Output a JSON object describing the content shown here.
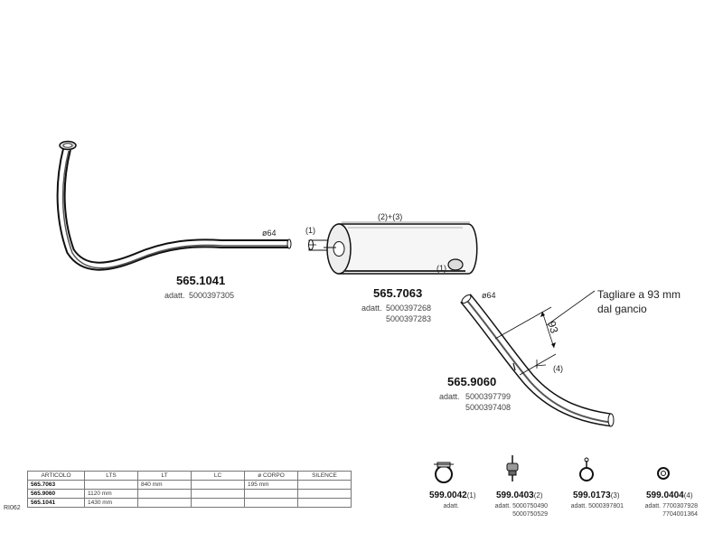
{
  "parts": {
    "pipe_front": {
      "code": "565.1041",
      "adatt_label": "adatt.",
      "adatt": [
        "5000397305"
      ],
      "diameter": "ø64"
    },
    "silencer": {
      "code": "565.7063",
      "adatt_label": "adatt.",
      "adatt": [
        "5000397268",
        "5000397283"
      ],
      "note_top": "(2)+(3)",
      "note_left": "(1)",
      "note_right": "(1)"
    },
    "tail_pipe": {
      "code": "565.9060",
      "adatt_label": "adatt.",
      "adatt": [
        "5000397799",
        "5000397408"
      ],
      "diameter": "ø64",
      "dimension": "93",
      "note": "(4)",
      "instruction_line1": "Tagliare a 93 mm",
      "instruction_line2": "dal gancio"
    }
  },
  "accessories": [
    {
      "code": "599.0042",
      "qty": "(1)",
      "sub": [
        "adatt."
      ],
      "icon": "pipe-clamp-icon"
    },
    {
      "code": "599.0403",
      "qty": "(2)",
      "sub": [
        "adatt. 5000750490",
        "5000750529"
      ],
      "icon": "rubber-mount-icon"
    },
    {
      "code": "599.0173",
      "qty": "(3)",
      "sub": [
        "adatt. 5000397801"
      ],
      "icon": "hanger-clamp-icon"
    },
    {
      "code": "599.0404",
      "qty": "(4)",
      "sub": [
        "adatt. 7700307928",
        "7704001364"
      ],
      "icon": "rubber-ring-icon"
    }
  ],
  "table": {
    "headers": [
      "ARTICOLO",
      "LTS",
      "LT",
      "LC",
      "ø CORPO",
      "SILENCE"
    ],
    "rows": [
      [
        "565.7063",
        "",
        "840 mm",
        "",
        "195 mm",
        ""
      ],
      [
        "565.9060",
        "1120 mm",
        "",
        "",
        "",
        ""
      ],
      [
        "565.1041",
        "1430 mm",
        "",
        "",
        "",
        ""
      ]
    ]
  },
  "reference": "RI062"
}
